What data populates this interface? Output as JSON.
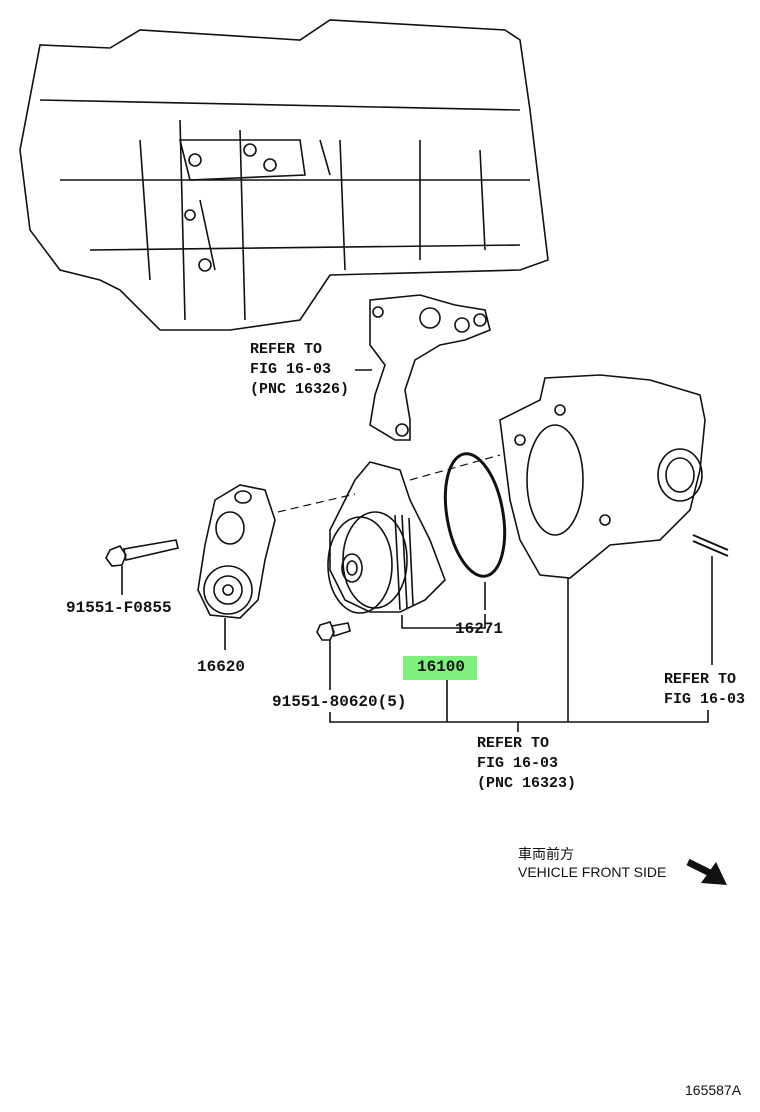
{
  "callouts": {
    "gasket_ref": {
      "line1": "REFER TO",
      "line2": "FIG 16-03",
      "line3": "(PNC 16326)"
    },
    "bolt_long": "91551-F0855",
    "tensioner": "16620",
    "o_ring": "16271",
    "water_pump": "16100",
    "bolt_short": "91551-80620(5)",
    "right_ref": {
      "line1": "REFER TO",
      "line2": "FIG 16-03"
    },
    "bottom_ref": {
      "line1": "REFER TO",
      "line2": "FIG 16-03",
      "line3": "(PNC 16323)"
    }
  },
  "direction": {
    "japanese": "車両前方",
    "english": "VEHICLE FRONT SIDE",
    "icon": "arrow-down-right-icon"
  },
  "figure_id": "165587A",
  "highlight_color": "#7ef07e"
}
